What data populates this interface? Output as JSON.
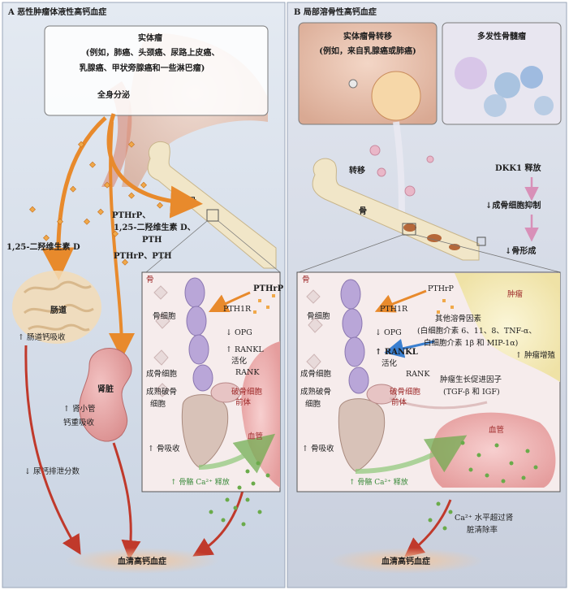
{
  "panel_a": {
    "title": "A 恶性肿瘤体液性高钙血症",
    "tumor_box_line1": "实体瘤",
    "tumor_box_line2": "(例如，肺癌、头颈癌、尿路上皮癌、",
    "tumor_box_line3": "乳腺癌、甲状旁腺癌和一些淋巴瘤)",
    "systemic_secretion": "全身分泌",
    "bone": "骨",
    "pthrp_line1": "PTHrP、",
    "pthrp_line2": "1,25-二羟维生素 D、",
    "pthrp_line3": "PTH",
    "pthrp_pth": "PTHrP、PTH",
    "vitd": "1,25-二羟维生素 D",
    "gut": "肠道",
    "gut_absorption": "肠道钙吸收",
    "kidney": "肾脏",
    "tubular_line1": "肾小管",
    "tubular_line2": "钙重吸收",
    "urine": "尿钙排泄分数",
    "inset": {
      "bone": "骨",
      "pthrp": "PTHrP",
      "pth1r": "PTH1R",
      "osteocyte": "骨细胞",
      "opg": "OPG",
      "rankl": "RANKL",
      "activation": "活化",
      "rank": "RANK",
      "osteoblast": "成骨细胞",
      "mature_osteoclast_1": "成熟破骨",
      "mature_osteoclast_2": "细胞",
      "precursor_1": "破骨细胞",
      "precursor_2": "前体",
      "resorption": "骨吸收",
      "vessel": "血管",
      "release": "骨骼 Ca²⁺ 释放"
    },
    "result": "血清高钙血症"
  },
  "panel_b": {
    "title": "B 局部溶骨性高钙血症",
    "metastasis_line1": "实体瘤骨转移",
    "metastasis_line2": "(例如，来自乳腺癌或肺癌)",
    "myeloma": "多发性骨髓瘤",
    "transfer": "转移",
    "bone": "骨",
    "dkk1": "DKK1 释放",
    "osteoblast_inhibition": "成骨细胞抑制",
    "bone_formation": "骨形成",
    "inset": {
      "bone": "骨",
      "tumor": "肿瘤",
      "pthrp": "PTHrP",
      "pth1r": "PTH1R",
      "osteocyte": "骨细胞",
      "opg": "OPG",
      "rankl": "RANKL",
      "activation": "活化",
      "rank": "RANK",
      "osteoblast": "成骨细胞",
      "mature_osteoclast_1": "成熟破骨",
      "mature_osteoclast_2": "细胞",
      "precursor_1": "破骨细胞",
      "precursor_2": "前体",
      "other_factors": "其他溶骨因素",
      "factors_line1": "(白细胞介素 6、11、8、TNF-α、",
      "factors_line2": "白细胞介素 1β 和 MIP-1α)",
      "tumor_growth": "肿瘤增殖",
      "growth_factors_line1": "肿瘤生长促进因子",
      "growth_factors_line2": "(TGF-β 和 IGF)",
      "resorption": "骨吸收",
      "vessel": "血管",
      "release": "骨骼 Ca²⁺ 释放"
    },
    "ca_line1": "Ca²⁺ 水平超过肾",
    "ca_line2": "脏清除率",
    "result": "血清高钙血症"
  },
  "colors": {
    "panel_a_bg": "#dbe3ee",
    "panel_b_bg": "#dfe3ec",
    "arrow_orange": "#e88a2c",
    "arrow_red": "#c0392b",
    "calcium_green": "#6aab4a",
    "pink_text": "#9e2a2a"
  }
}
